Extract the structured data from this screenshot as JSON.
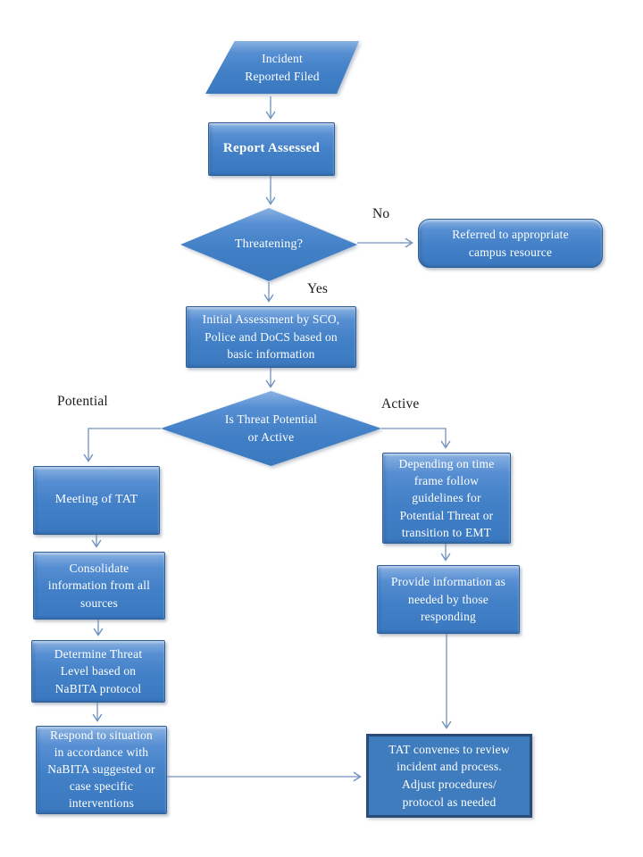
{
  "flowchart": {
    "nodes": {
      "incident": {
        "text": "Incident\nReported Filed",
        "shape": "parallelogram"
      },
      "report_assessed": {
        "text": "Report Assessed",
        "shape": "rectangle",
        "emphasis": "bold"
      },
      "threatening": {
        "text": "Threatening?",
        "shape": "diamond"
      },
      "referred": {
        "text": "Referred to appropriate\ncampus resource",
        "shape": "rounded-rectangle"
      },
      "initial_assessment": {
        "text": "Initial Assessment by SCO,\nPolice and DoCS based on\nbasic information",
        "shape": "rectangle"
      },
      "threat_type": {
        "text": "Is Threat Potential\nor Active",
        "shape": "diamond"
      },
      "meeting_tat": {
        "text": "Meeting of TAT",
        "shape": "rectangle"
      },
      "consolidate": {
        "text": "Consolidate\ninformation from all\nsources",
        "shape": "rectangle"
      },
      "determine": {
        "text": "Determine Threat\nLevel based on\nNaBITA protocol",
        "shape": "rectangle"
      },
      "respond": {
        "text": "Respond to situation\nin accordance with\nNaBITA suggested or\ncase specific\ninterventions",
        "shape": "rectangle"
      },
      "depending": {
        "text": "Depending on time\nframe follow\nguidelines for\nPotential Threat or\ntransition to EMT",
        "shape": "rectangle"
      },
      "provide": {
        "text": "Provide information as\nneeded by those\nresponding",
        "shape": "rectangle"
      },
      "tat_convenes": {
        "text": "TAT convenes to review\nincident and process.\nAdjust procedures/\nprotocol as needed",
        "shape": "rectangle-outlined"
      }
    },
    "edge_labels": {
      "no": "No",
      "yes": "Yes",
      "potential": "Potential",
      "active": "Active"
    },
    "colors": {
      "node_fill_top": "#8AB2E2",
      "node_fill": "#4280C7",
      "node_border": "#2D5F96",
      "outlined_border": "#2B4B77",
      "connector": "#7193BE",
      "node_text": "#FFFFFF",
      "label_text": "#1A1A1A"
    }
  }
}
